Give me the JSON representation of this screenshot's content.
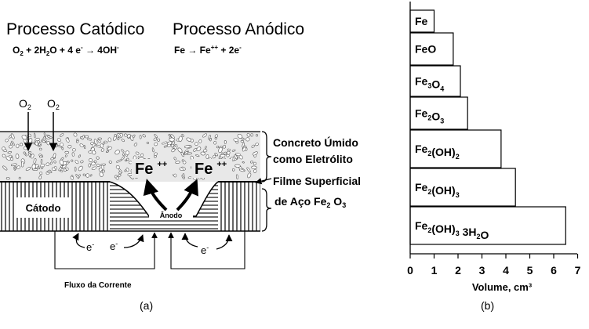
{
  "diagram_a": {
    "cathodic_title": "Processo Catódico",
    "cathodic_eq": {
      "p1": "O",
      "s1": "2",
      "p2": " + 2H",
      "s2": "2",
      "p3": "O + 4 e",
      "sup": "-",
      "p4": " → 4OH",
      "sup2": "-"
    },
    "anodic_title": "Processo Anódico",
    "anodic_eq": {
      "p1": "Fe → Fe",
      "sup": "++",
      "p2": " + 2e",
      "sup2": "-"
    },
    "o2_label": {
      "base": "O",
      "sub": "2"
    },
    "fe_label": {
      "base": "Fe",
      "sup": "++"
    },
    "concrete_label": [
      "Concreto Úmido",
      "como Eletrólito"
    ],
    "film_label": [
      "Filme Superficial",
      "de Aço Fe",
      "2",
      " O",
      "3"
    ],
    "cathode_label": "Cátodo",
    "anode_label": "Ânodo",
    "electron": {
      "base": "e",
      "sup": "-"
    },
    "current_label": "Fluxo da Corrente",
    "caption": "(a)"
  },
  "chart_data": {
    "type": "bar",
    "orientation": "horizontal",
    "categories": [
      {
        "parts": [
          [
            "Fe",
            ""
          ]
        ]
      },
      {
        "parts": [
          [
            "FeO",
            ""
          ]
        ]
      },
      {
        "parts": [
          [
            "Fe",
            "3"
          ],
          [
            "O",
            "4"
          ]
        ]
      },
      {
        "parts": [
          [
            "Fe",
            "2"
          ],
          [
            "O",
            "3"
          ]
        ]
      },
      {
        "parts": [
          [
            "Fe",
            "2"
          ],
          [
            "(OH)",
            "2"
          ]
        ]
      },
      {
        "parts": [
          [
            "Fe",
            "2"
          ],
          [
            "(OH)",
            "3"
          ]
        ]
      },
      {
        "parts": [
          [
            "Fe",
            "2"
          ],
          [
            "(OH)",
            "3"
          ],
          [
            " 3H",
            "2"
          ],
          [
            "O",
            ""
          ]
        ]
      }
    ],
    "values": [
      1.0,
      1.8,
      2.1,
      2.4,
      3.8,
      4.4,
      6.5
    ],
    "xlabel": "Volume, cm³",
    "xlim": [
      0,
      7
    ],
    "xticks": [
      "0",
      "1",
      "2",
      "3",
      "4",
      "5",
      "6",
      "7"
    ],
    "caption": "(b)"
  }
}
